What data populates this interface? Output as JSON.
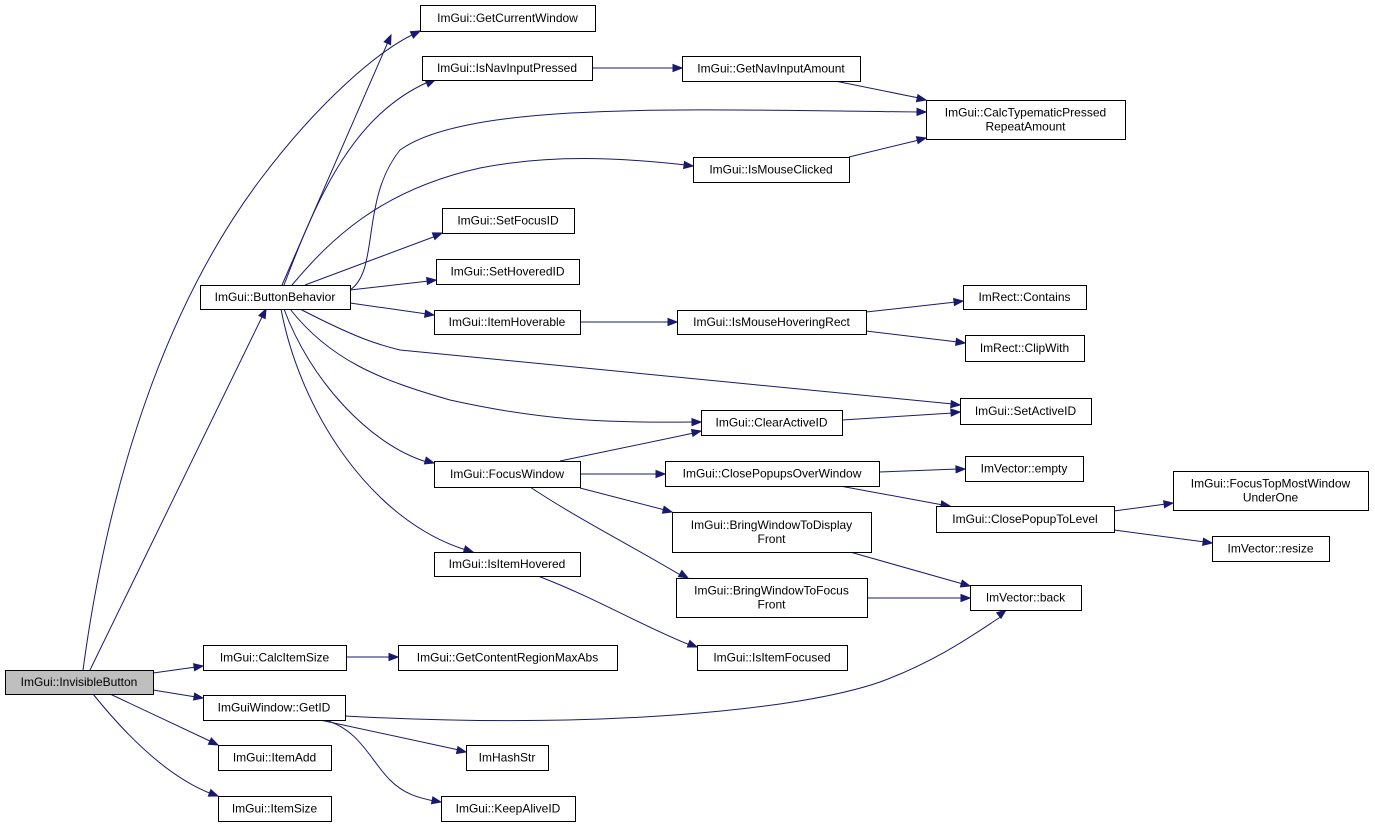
{
  "graph": {
    "kind": "call-graph",
    "colors": {
      "edge": "#191970",
      "node_border": "#000000",
      "root_fill": "#bfbfbf",
      "node_fill": "#ffffff"
    },
    "nodes": [
      {
        "id": "invisible_button",
        "lines": [
          "ImGui::InvisibleButton"
        ],
        "root": true
      },
      {
        "id": "get_current_window",
        "lines": [
          "ImGui::GetCurrentWindow"
        ]
      },
      {
        "id": "is_nav_input_pressed",
        "lines": [
          "ImGui::IsNavInputPressed"
        ]
      },
      {
        "id": "get_nav_input_amount",
        "lines": [
          "ImGui::GetNavInputAmount"
        ]
      },
      {
        "id": "calc_typematic",
        "lines": [
          "ImGui::CalcTypematicPressed",
          "RepeatAmount"
        ]
      },
      {
        "id": "is_mouse_clicked",
        "lines": [
          "ImGui::IsMouseClicked"
        ]
      },
      {
        "id": "set_focus_id",
        "lines": [
          "ImGui::SetFocusID"
        ]
      },
      {
        "id": "set_hovered_id",
        "lines": [
          "ImGui::SetHoveredID"
        ]
      },
      {
        "id": "button_behavior",
        "lines": [
          "ImGui::ButtonBehavior"
        ]
      },
      {
        "id": "item_hoverable",
        "lines": [
          "ImGui::ItemHoverable"
        ]
      },
      {
        "id": "is_mouse_hovering_rect",
        "lines": [
          "ImGui::IsMouseHoveringRect"
        ]
      },
      {
        "id": "imrect_contains",
        "lines": [
          "ImRect::Contains"
        ]
      },
      {
        "id": "imrect_clipwith",
        "lines": [
          "ImRect::ClipWith"
        ]
      },
      {
        "id": "set_active_id",
        "lines": [
          "ImGui::SetActiveID"
        ]
      },
      {
        "id": "clear_active_id",
        "lines": [
          "ImGui::ClearActiveID"
        ]
      },
      {
        "id": "focus_window",
        "lines": [
          "ImGui::FocusWindow"
        ]
      },
      {
        "id": "close_popups_over_window",
        "lines": [
          "ImGui::ClosePopupsOverWindow"
        ]
      },
      {
        "id": "imvector_empty",
        "lines": [
          "ImVector::empty"
        ]
      },
      {
        "id": "focus_top_most_window",
        "lines": [
          "ImGui::FocusTopMostWindow",
          "UnderOne"
        ]
      },
      {
        "id": "close_popup_to_level",
        "lines": [
          "ImGui::ClosePopupToLevel"
        ]
      },
      {
        "id": "bring_to_display_front",
        "lines": [
          "ImGui::BringWindowToDisplay",
          "Front"
        ]
      },
      {
        "id": "imvector_resize",
        "lines": [
          "ImVector::resize"
        ]
      },
      {
        "id": "is_item_hovered",
        "lines": [
          "ImGui::IsItemHovered"
        ]
      },
      {
        "id": "bring_to_focus_front",
        "lines": [
          "ImGui::BringWindowToFocus",
          "Front"
        ]
      },
      {
        "id": "imvector_back",
        "lines": [
          "ImVector::back"
        ]
      },
      {
        "id": "calc_item_size",
        "lines": [
          "ImGui::CalcItemSize"
        ]
      },
      {
        "id": "get_content_region_max_abs",
        "lines": [
          "ImGui::GetContentRegionMaxAbs"
        ]
      },
      {
        "id": "is_item_focused",
        "lines": [
          "ImGui::IsItemFocused"
        ]
      },
      {
        "id": "imguiwindow_getid",
        "lines": [
          "ImGuiWindow::GetID"
        ]
      },
      {
        "id": "item_add",
        "lines": [
          "ImGui::ItemAdd"
        ]
      },
      {
        "id": "imhashstr",
        "lines": [
          "ImHashStr"
        ]
      },
      {
        "id": "item_size",
        "lines": [
          "ImGui::ItemSize"
        ]
      },
      {
        "id": "keep_alive_id",
        "lines": [
          "ImGui::KeepAliveID"
        ]
      }
    ],
    "edges": [
      {
        "from": "invisible_button",
        "to": "get_current_window"
      },
      {
        "from": "invisible_button",
        "to": "button_behavior"
      },
      {
        "from": "invisible_button",
        "to": "calc_item_size"
      },
      {
        "from": "invisible_button",
        "to": "imguiwindow_getid"
      },
      {
        "from": "invisible_button",
        "to": "item_add"
      },
      {
        "from": "invisible_button",
        "to": "item_size"
      },
      {
        "from": "button_behavior",
        "to": "get_current_window"
      },
      {
        "from": "button_behavior",
        "to": "is_nav_input_pressed"
      },
      {
        "from": "button_behavior",
        "to": "calc_typematic"
      },
      {
        "from": "button_behavior",
        "to": "is_mouse_clicked"
      },
      {
        "from": "button_behavior",
        "to": "set_focus_id"
      },
      {
        "from": "button_behavior",
        "to": "set_hovered_id"
      },
      {
        "from": "button_behavior",
        "to": "item_hoverable"
      },
      {
        "from": "button_behavior",
        "to": "set_active_id"
      },
      {
        "from": "button_behavior",
        "to": "clear_active_id"
      },
      {
        "from": "button_behavior",
        "to": "focus_window"
      },
      {
        "from": "button_behavior",
        "to": "is_item_hovered"
      },
      {
        "from": "is_nav_input_pressed",
        "to": "get_nav_input_amount"
      },
      {
        "from": "get_nav_input_amount",
        "to": "calc_typematic"
      },
      {
        "from": "is_mouse_clicked",
        "to": "calc_typematic"
      },
      {
        "from": "item_hoverable",
        "to": "is_mouse_hovering_rect"
      },
      {
        "from": "is_mouse_hovering_rect",
        "to": "imrect_contains"
      },
      {
        "from": "is_mouse_hovering_rect",
        "to": "imrect_clipwith"
      },
      {
        "from": "clear_active_id",
        "to": "set_active_id"
      },
      {
        "from": "focus_window",
        "to": "clear_active_id"
      },
      {
        "from": "focus_window",
        "to": "close_popups_over_window"
      },
      {
        "from": "focus_window",
        "to": "bring_to_display_front"
      },
      {
        "from": "focus_window",
        "to": "bring_to_focus_front"
      },
      {
        "from": "close_popups_over_window",
        "to": "imvector_empty"
      },
      {
        "from": "close_popups_over_window",
        "to": "close_popup_to_level"
      },
      {
        "from": "close_popup_to_level",
        "to": "focus_top_most_window"
      },
      {
        "from": "close_popup_to_level",
        "to": "imvector_resize"
      },
      {
        "from": "bring_to_display_front",
        "to": "imvector_back"
      },
      {
        "from": "bring_to_focus_front",
        "to": "imvector_back"
      },
      {
        "from": "is_item_hovered",
        "to": "is_item_focused"
      },
      {
        "from": "calc_item_size",
        "to": "get_content_region_max_abs"
      },
      {
        "from": "imguiwindow_getid",
        "to": "imvector_back"
      },
      {
        "from": "imguiwindow_getid",
        "to": "imhashstr"
      },
      {
        "from": "imguiwindow_getid",
        "to": "keep_alive_id"
      }
    ]
  }
}
